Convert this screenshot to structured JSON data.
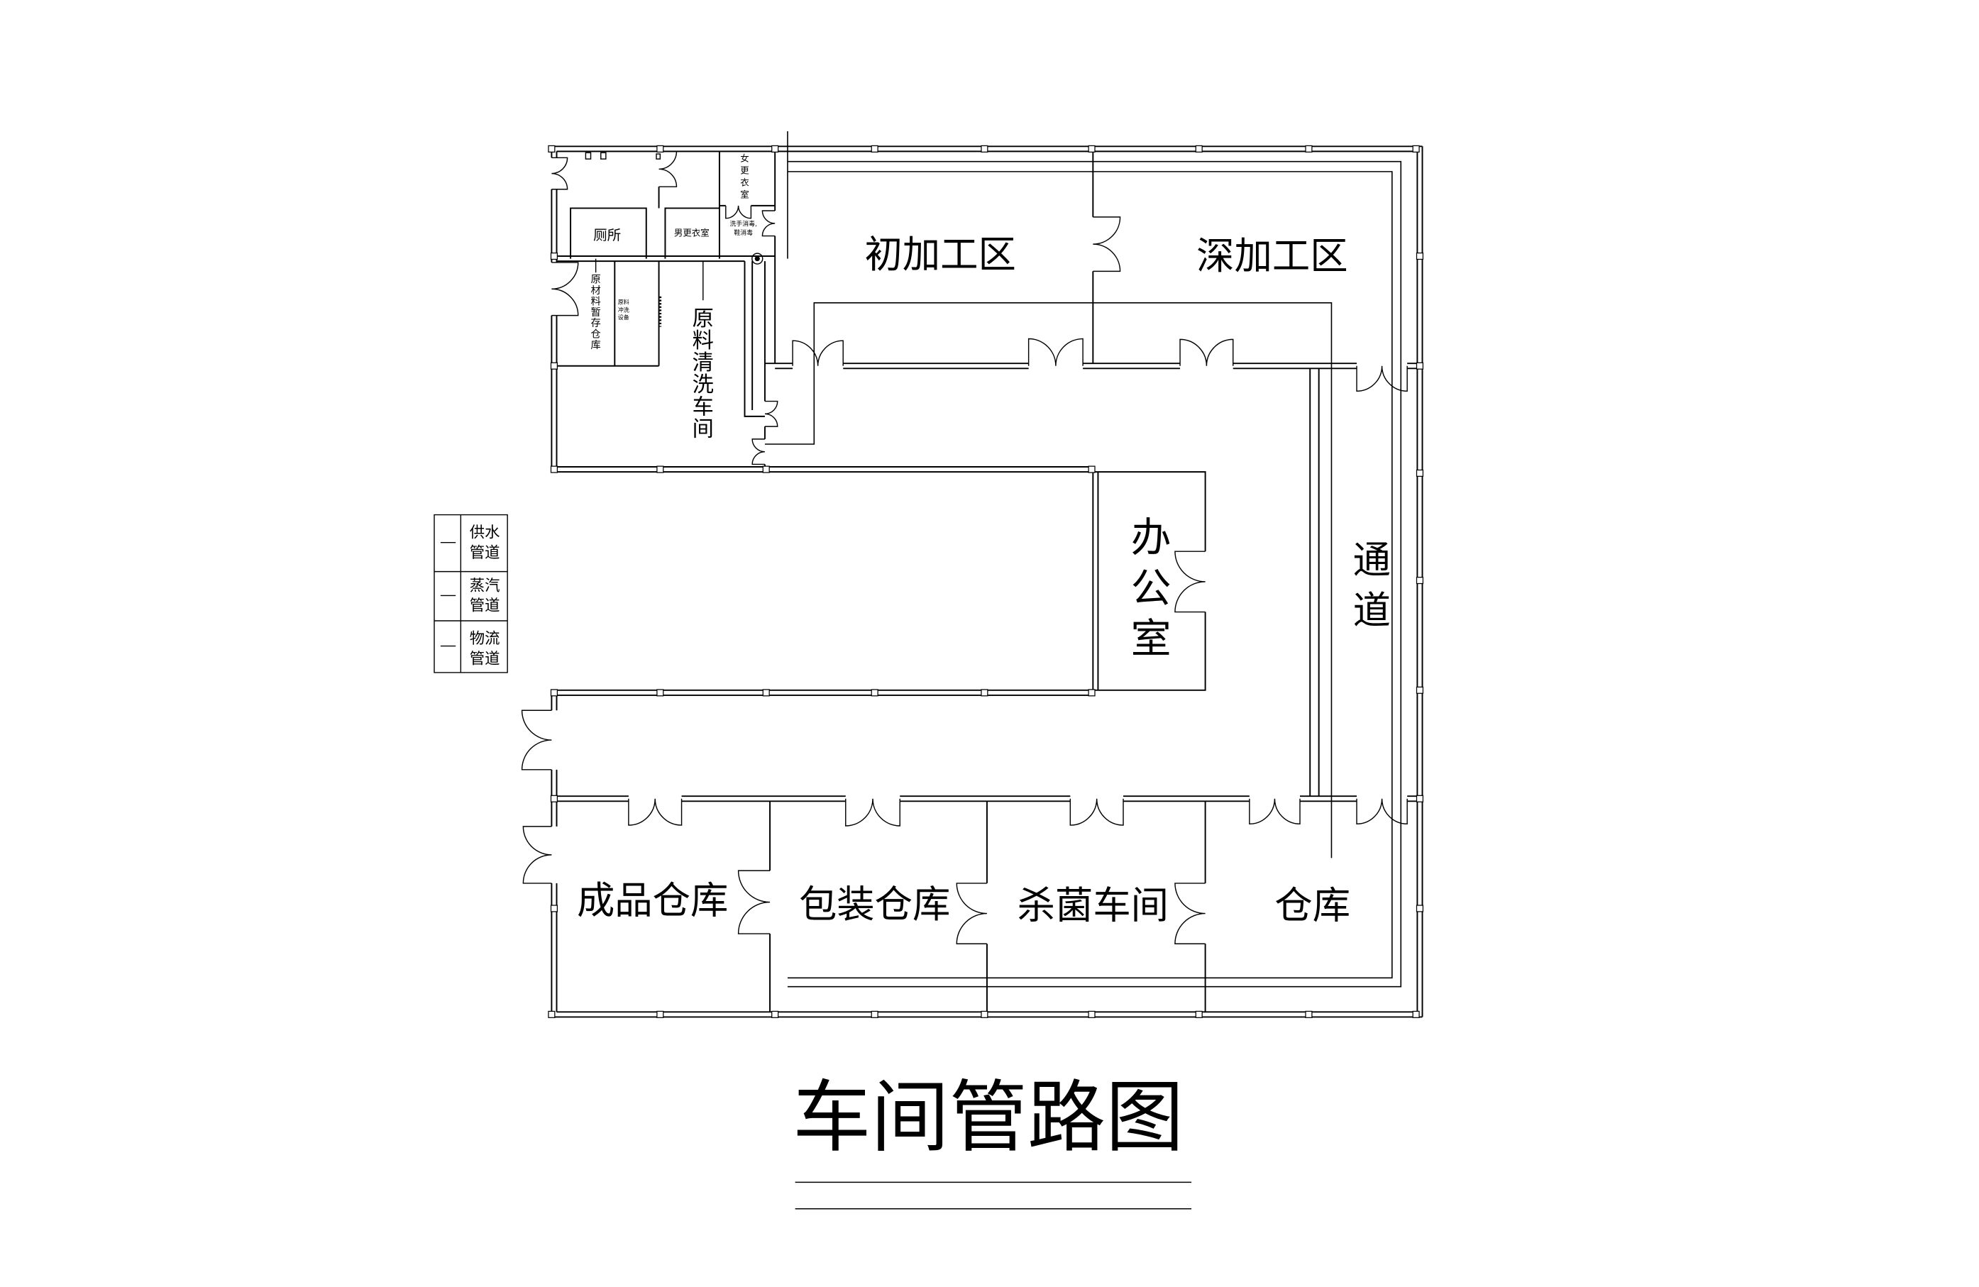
{
  "title": "车间管路图",
  "rooms": {
    "female_locker": "女更衣室",
    "toilet": "厕所",
    "male_locker": "男更衣室",
    "hand_wash": "洗手消毒,鞋消毒",
    "raw_storage": "原材料暂存仓库",
    "raw_rinse": "原料冲洗设备",
    "raw_washing": "原料清洗车间",
    "primary_processing": "初加工区",
    "deep_processing": "深加工区",
    "office": "办公室",
    "corridor": "通道",
    "finished_goods": "成品仓库",
    "packaging": "包装仓库",
    "sterilization": "杀菌车间",
    "warehouse": "仓库"
  },
  "legend": [
    {
      "label": "供水管道"
    },
    {
      "label": "蒸汽管道"
    },
    {
      "label": "物流管道"
    }
  ]
}
